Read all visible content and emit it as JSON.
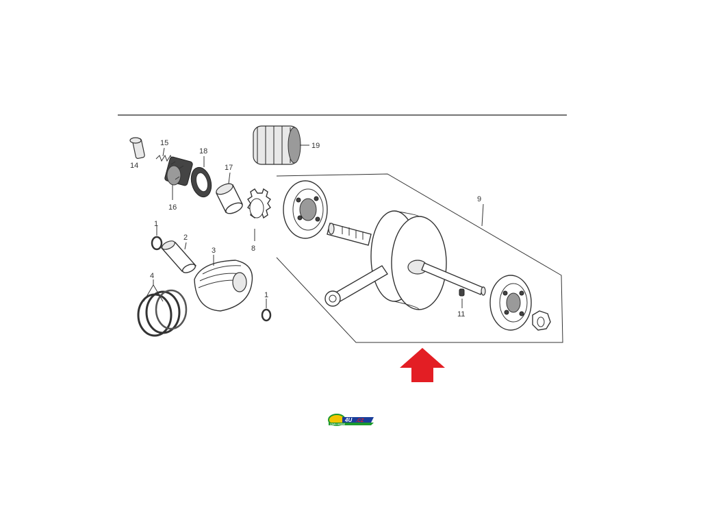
{
  "diagram": {
    "callouts": {
      "p1a": "1",
      "p1b": "1",
      "p2": "2",
      "p3": "3",
      "p4": "4",
      "p8": "8",
      "p9": "9",
      "p11": "11",
      "p14": "14",
      "p15": "15",
      "p16": "16",
      "p17": "17",
      "p18": "18",
      "p19": "19"
    },
    "highlight_arrow_color": "#e31e24",
    "logo": {
      "text": "CHALLENGE 4U.CZ",
      "colors": [
        "#f2c500",
        "#1c9a2c",
        "#1a3d9a",
        "#e31e24"
      ]
    }
  }
}
